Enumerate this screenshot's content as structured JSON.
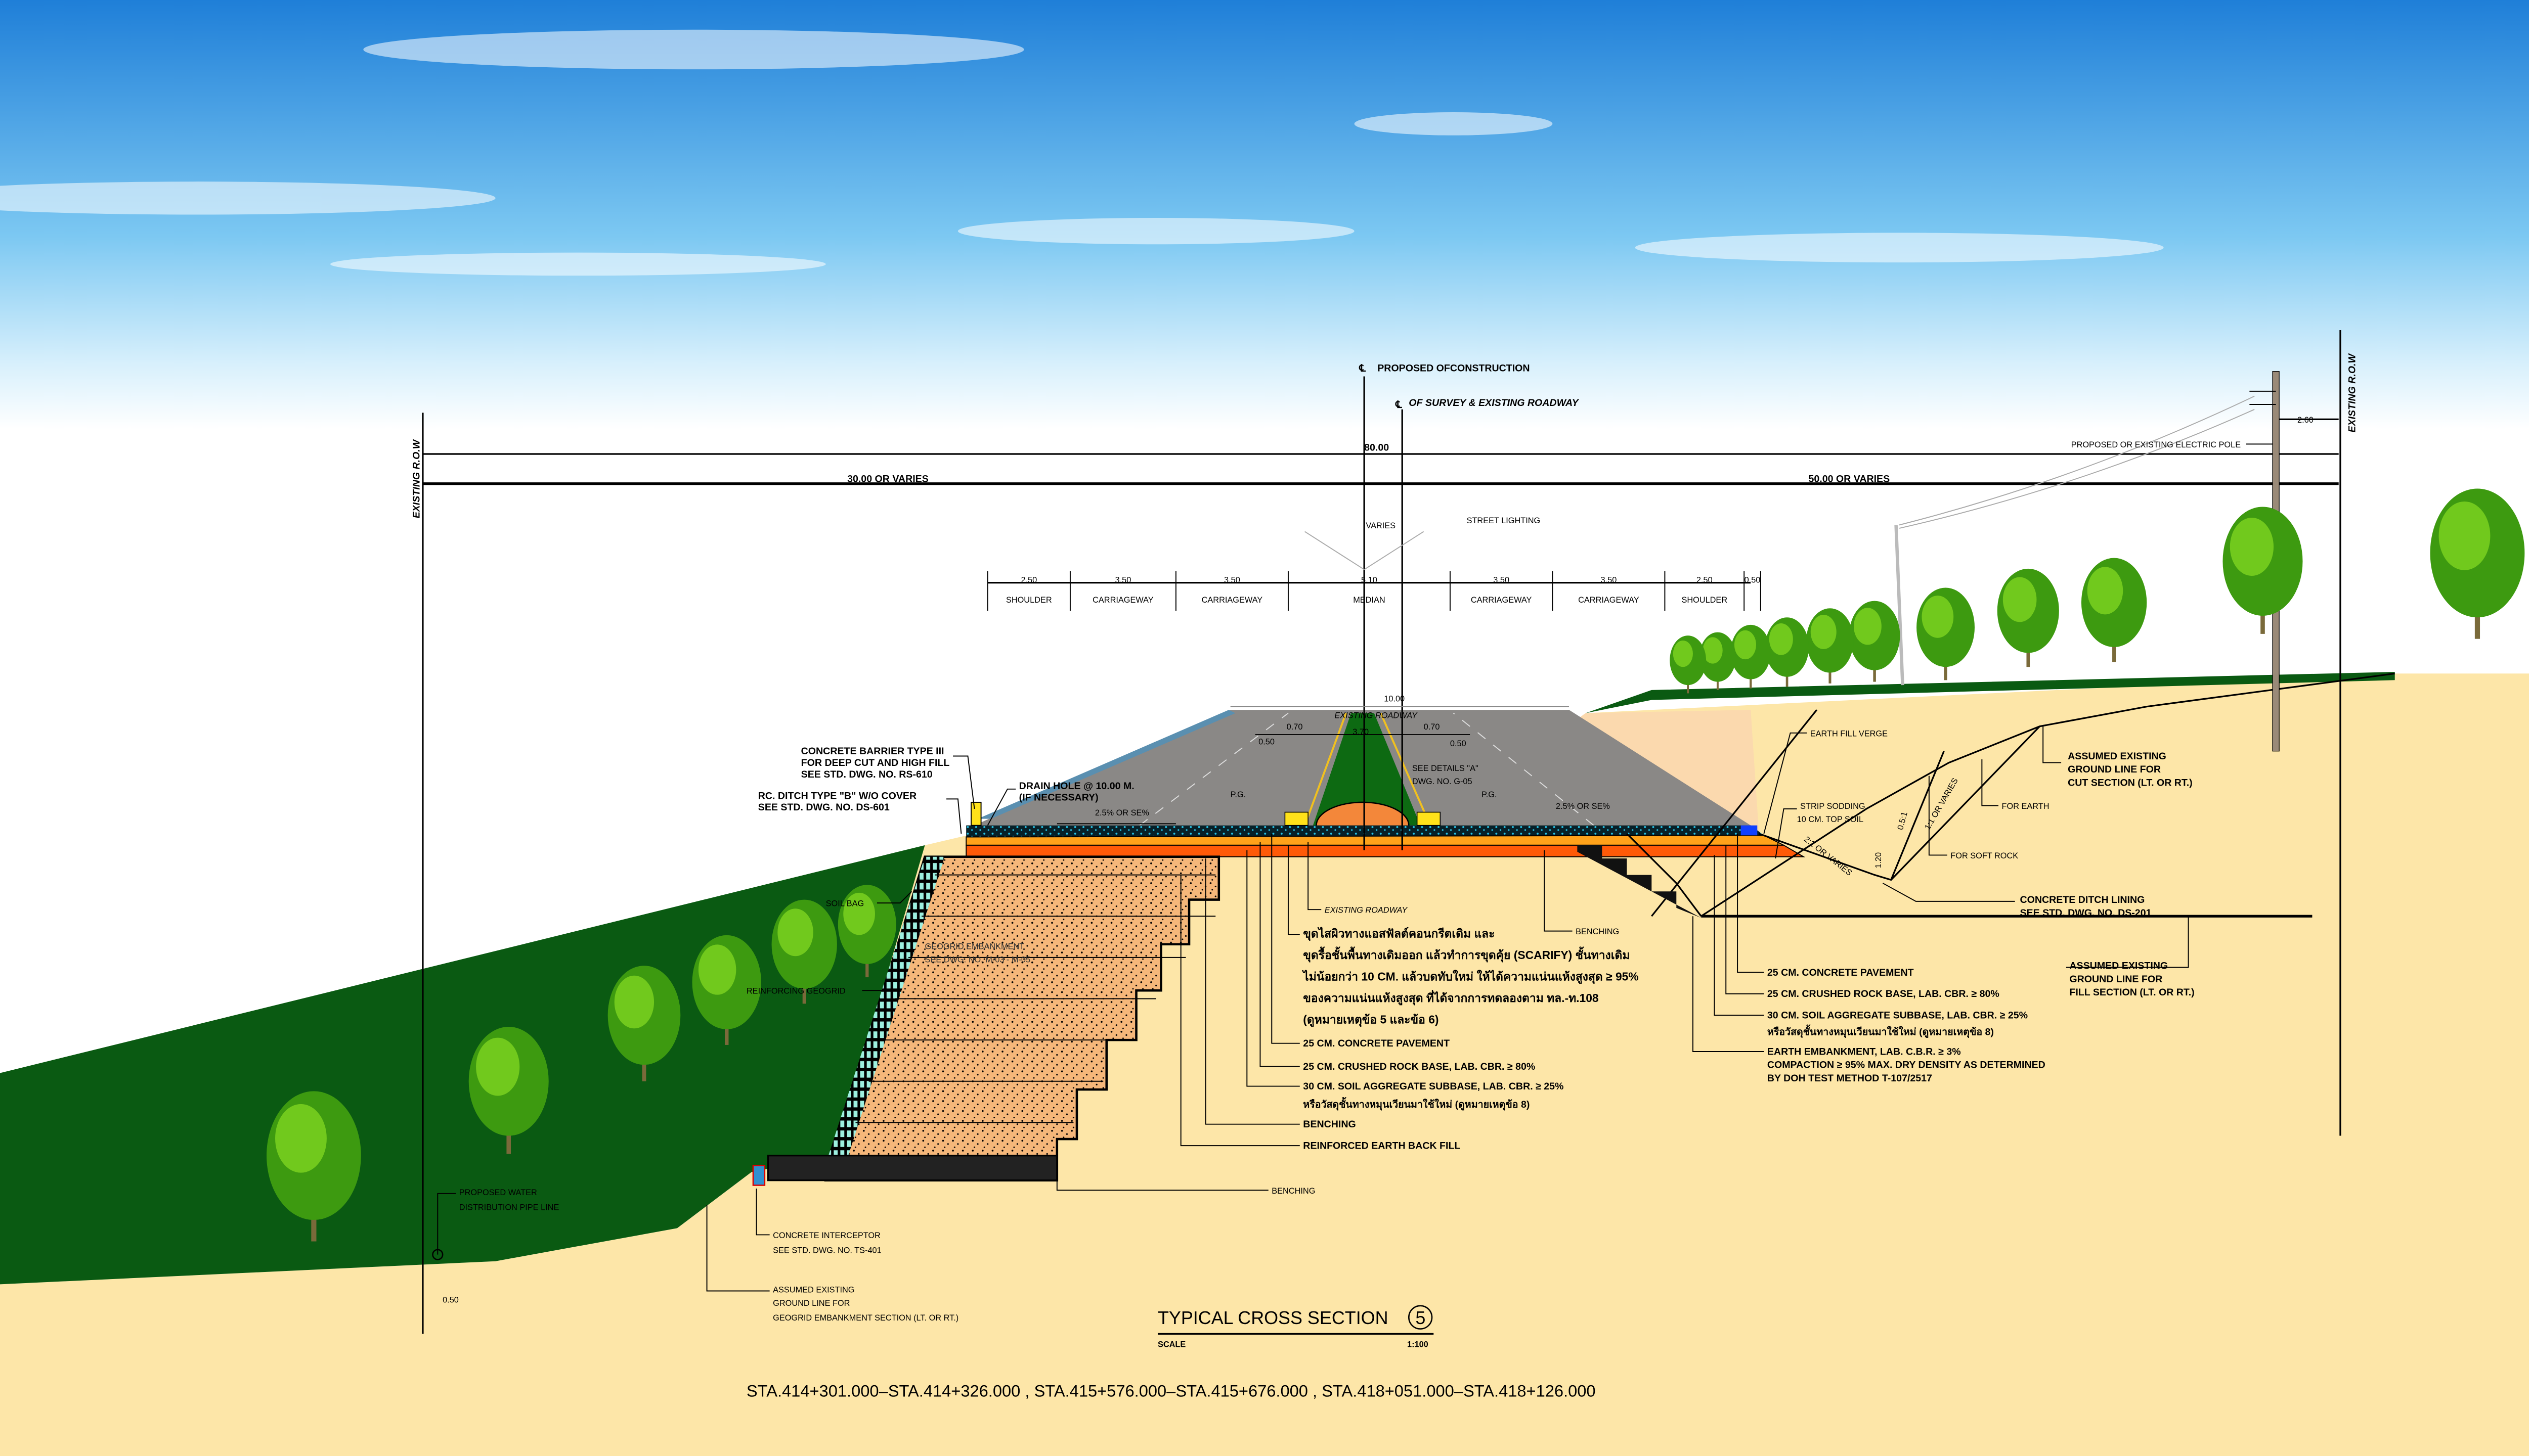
{
  "colors": {
    "sky_top": "#1f86de",
    "sky_mid": "#9fd8f6",
    "sand": "#fde6a8",
    "grass": "#0a5a12",
    "fill_geogrid": "#f5b77a",
    "pavement_orange": "#ff7a10",
    "road_gray": "#8a8886"
  },
  "centerlines": {
    "proposed": "PROPOSED OFCONSTRUCTION",
    "survey": "OF SURVEY & EXISTING ROADWAY",
    "symbol": "℄"
  },
  "row": {
    "left": "EXISTING R.O.W",
    "right": "EXISTING R.O.W",
    "total": "80.00",
    "left_width": "30.00 OR VARIES",
    "right_width": "50.00 OR VARIES"
  },
  "street_lighting": {
    "varies": "VARIES",
    "label": "STREET LIGHTING"
  },
  "segments": [
    {
      "value": "2.50",
      "name": "SHOULDER"
    },
    {
      "value": "3.50",
      "name": "CARRIAGEWAY"
    },
    {
      "value": "3.50",
      "name": "CARRIAGEWAY"
    },
    {
      "value": "5.10",
      "name": "MEDIAN"
    },
    {
      "value": "3.50",
      "name": "CARRIAGEWAY"
    },
    {
      "value": "3.50",
      "name": "CARRIAGEWAY"
    },
    {
      "value": "2.50",
      "name": "SHOULDER"
    },
    {
      "value": "0.50",
      "name": ""
    }
  ],
  "existing_road": {
    "width": "10.00",
    "label": "EXISTING ROADWAY",
    "d1": "0.70",
    "d2": "3.70",
    "d3": "0.70",
    "d4": "0.50",
    "d5": "0.50"
  },
  "details": [
    "SEE DETAILS \"A\"",
    "DWG. NO. G-05"
  ],
  "pg": [
    "P.G.",
    "P.G."
  ],
  "slope_text": [
    "2.5% OR SE%",
    "2.5% OR SE%"
  ],
  "labels": {
    "barrier": [
      "CONCRETE BARRIER TYPE III",
      "FOR DEEP CUT AND HIGH FILL",
      "SEE STD. DWG. NO. RS-610"
    ],
    "ditch": [
      "RC. DITCH TYPE \"B\" W/O COVER",
      "SEE STD. DWG. NO. DS-601"
    ],
    "drain": [
      "DRAIN HOLE @ 10.00 M.",
      "(IF NECESSARY)"
    ],
    "earth_fill_verge": "EARTH FILL VERGE",
    "cut_ground": [
      "ASSUMED EXISTING",
      "GROUND LINE FOR",
      "CUT SECTION (LT. OR RT.)"
    ],
    "for_earth": "FOR EARTH",
    "for_soft_rock": "FOR SOFT ROCK",
    "sodding": [
      "STRIP SODDING",
      "10 CM. TOP SOIL"
    ],
    "slope_11": "1:1 OR VARIES",
    "slope_051": "0.5:1",
    "slope_21": "2:1 OR VARIES",
    "ditch_depth": "1.20",
    "ditch_lining": [
      "CONCRETE DITCH LINING",
      "SEE STD. DWG. NO. DS-201"
    ],
    "fill_ground": [
      "ASSUMED EXISTING",
      "GROUND LINE FOR",
      "FILL SECTION (LT. OR RT.)"
    ],
    "right_layers": [
      "25 CM. CONCRETE PAVEMENT",
      "25 CM. CRUSHED ROCK BASE, LAB. CBR. ≥ 80%",
      "30 CM. SOIL AGGREGATE SUBBASE, LAB. CBR. ≥ 25%",
      "หรือวัสดุชั้นทางหมุนเวียนมาใช้ใหม่ (ดูหมายเหตุข้อ 8)"
    ],
    "embankment": [
      "EARTH EMBANKMENT, LAB. C.B.R. ≥ 3%",
      "COMPACTION ≥ 95% MAX. DRY DENSITY AS DETERMINED",
      "BY DOH TEST METHOD T-107/2517"
    ],
    "benching_right": "BENCHING",
    "existing_roadway_note": "EXISTING ROADWAY",
    "thai_note": [
      "ขุดไสผิวทางแอสฟัลต์คอนกรีตเดิม และ",
      "ขุดรื้อชั้นพื้นทางเดิมออก แล้วทำการขุดคุ้ย (SCARIFY) ชั้นทางเดิม",
      "ไม่น้อยกว่า 10 CM. แล้วบดทับใหม่ ให้ได้ความแน่นแห้งสูงสุด ≥ 95%",
      "ของความแน่นแห้งสูงสุด ที่ได้จากการทดลองตาม ทล.-ท.108",
      "(ดูหมายเหตุข้อ 5 และข้อ 6)"
    ],
    "center_layers": [
      "25 CM. CONCRETE PAVEMENT",
      "25 CM. CRUSHED ROCK BASE, LAB. CBR. ≥ 80%",
      "30 CM. SOIL AGGREGATE SUBBASE, LAB. CBR. ≥ 25%",
      "หรือวัสดุชั้นทางหมุนเวียนมาใช้ใหม่ (ดูหมายเหตุข้อ 8)",
      "BENCHING",
      "REINFORCED EARTH BACK FILL"
    ],
    "benching_bottom": "BENCHING",
    "soil_bag": "SOIL BAG",
    "geogrid_emb": [
      "GEOGRID EMBANKMENT",
      "SEE DWG. NO. M-03 - M-05"
    ],
    "reinforcing_geogrid": "REINFORCING GEOGRID",
    "water_pipe": [
      "PROPOSED WATER",
      "DISTRIBUTION PIPE LINE"
    ],
    "interceptor": [
      "CONCRETE INTERCEPTOR",
      "SEE STD. DWG. NO. TS-401"
    ],
    "geogrid_ground": [
      "ASSUMED EXISTING",
      "GROUND LINE FOR",
      "GEOGRID EMBANKMENT SECTION (LT. OR RT.)"
    ],
    "offset": "0.50",
    "electric_pole": "PROPOSED OR EXISTING ELECTRIC POLE",
    "pole_offset": "2.60"
  },
  "title_block": {
    "title": "TYPICAL CROSS SECTION",
    "number": "5",
    "scale_label": "SCALE",
    "scale": "1:100"
  },
  "stations": "STA.414+301.000–STA.414+326.000 , STA.415+576.000–STA.415+676.000 , STA.418+051.000–STA.418+126.000"
}
